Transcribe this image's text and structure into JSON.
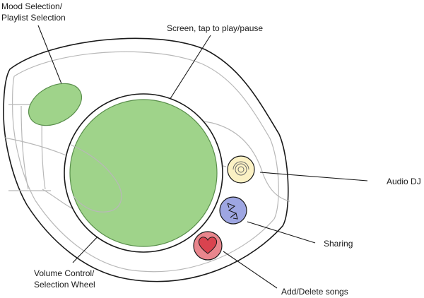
{
  "labels": {
    "mood_line1": "Mood Selection/",
    "mood_line2": "Playlist Selection",
    "screen": "Screen, tap to play/pause",
    "audio_dj": "Audio DJ",
    "sharing": "Sharing",
    "volume_line1": "Volume Control/",
    "volume_line2": "Selection Wheel",
    "add_delete": "Add/Delete songs"
  },
  "colors": {
    "green_fill": "#9fd38a",
    "green_stroke": "#5a8f4c",
    "audio_dj_fill": "#fbf1c4",
    "sharing_fill": "#9ea6e2",
    "add_delete_fill": "#e9868d",
    "heart_fill": "#d9434f"
  },
  "icons": {
    "audio_dj": "concentric-circles-icon",
    "sharing": "zigzag-arrows-icon",
    "add_delete": "heart-icon"
  }
}
